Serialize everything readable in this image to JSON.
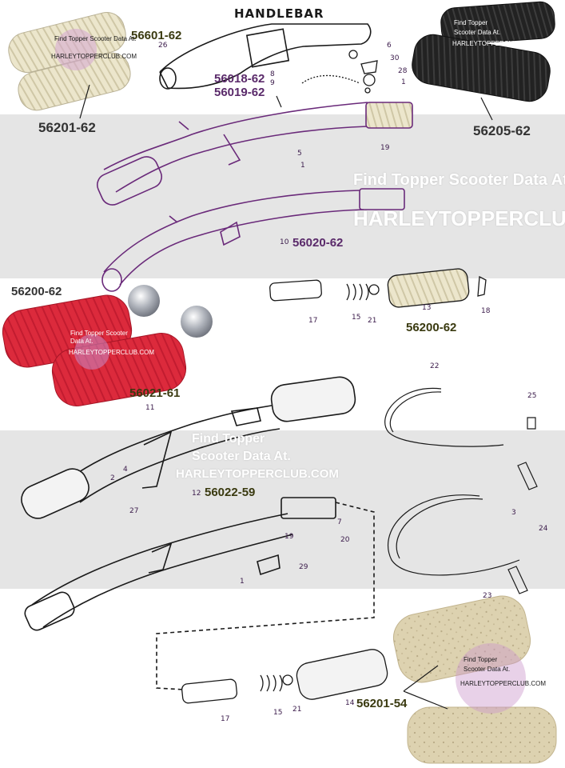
{
  "title": "HANDLEBAR",
  "part_numbers": {
    "p56601_62": "56601-62",
    "p56201_62": "56201-62",
    "p56205_62": "56205-62",
    "p56018_62": "56018-62",
    "p56019_62": "56019-62",
    "p56020_62": "56020-62",
    "p56200_62_left": "56200-62",
    "p56200_62_mid": "56200-62",
    "p56021_61": "56021-61",
    "p56022_59": "56022-59",
    "p56201_54": "56201-54"
  },
  "callouts": {
    "c26": "26",
    "c6": "6",
    "c30": "30",
    "c28": "28",
    "c1a": "1",
    "c8": "8",
    "c9": "9",
    "c5": "5",
    "c1b": "1",
    "c19a": "19",
    "c10": "10",
    "c17a": "17",
    "c15a": "15",
    "c21a": "21",
    "c13": "13",
    "c18": "18",
    "c11": "11",
    "c22": "22",
    "c25": "25",
    "c2": "2",
    "c4": "4",
    "c27": "27",
    "c3": "3",
    "c24": "24",
    "c12": "12",
    "c7": "7",
    "c19b": "19",
    "c20": "20",
    "c29": "29",
    "c1c": "1",
    "c23": "23",
    "c17b": "17",
    "c15b": "15",
    "c21b": "21",
    "c14": "14"
  },
  "watermarks": {
    "band1_line1": "Find Topper Scooter Data At.",
    "band1_line2": "HARLEYTOPPERCLUB.COM",
    "band2_line1": "Find Topper",
    "band2_line2": "Scooter Data At.",
    "band2_line3": "HARLEYTOPPERCLUB.COM",
    "small_line1": "Find Topper Scooter Data At.",
    "small_url": "HARLEYTOPPERCLUB.COM",
    "small_b_line1": "Find Topper",
    "small_b_line2": "Scooter Data At.",
    "small_c_line1": "Find Topper Scooter",
    "small_c_line2": "Data At.",
    "small_c_url": "HARLEYTOPPERCLUB.COM"
  },
  "colors": {
    "band": "#cfcfcf",
    "line_art": "#6a2a7a",
    "grip_cream": "#ece6cc",
    "grip_black": "#1c1c1c",
    "grip_red": "#d8283a",
    "grip_cork": "#ddd2b0"
  }
}
